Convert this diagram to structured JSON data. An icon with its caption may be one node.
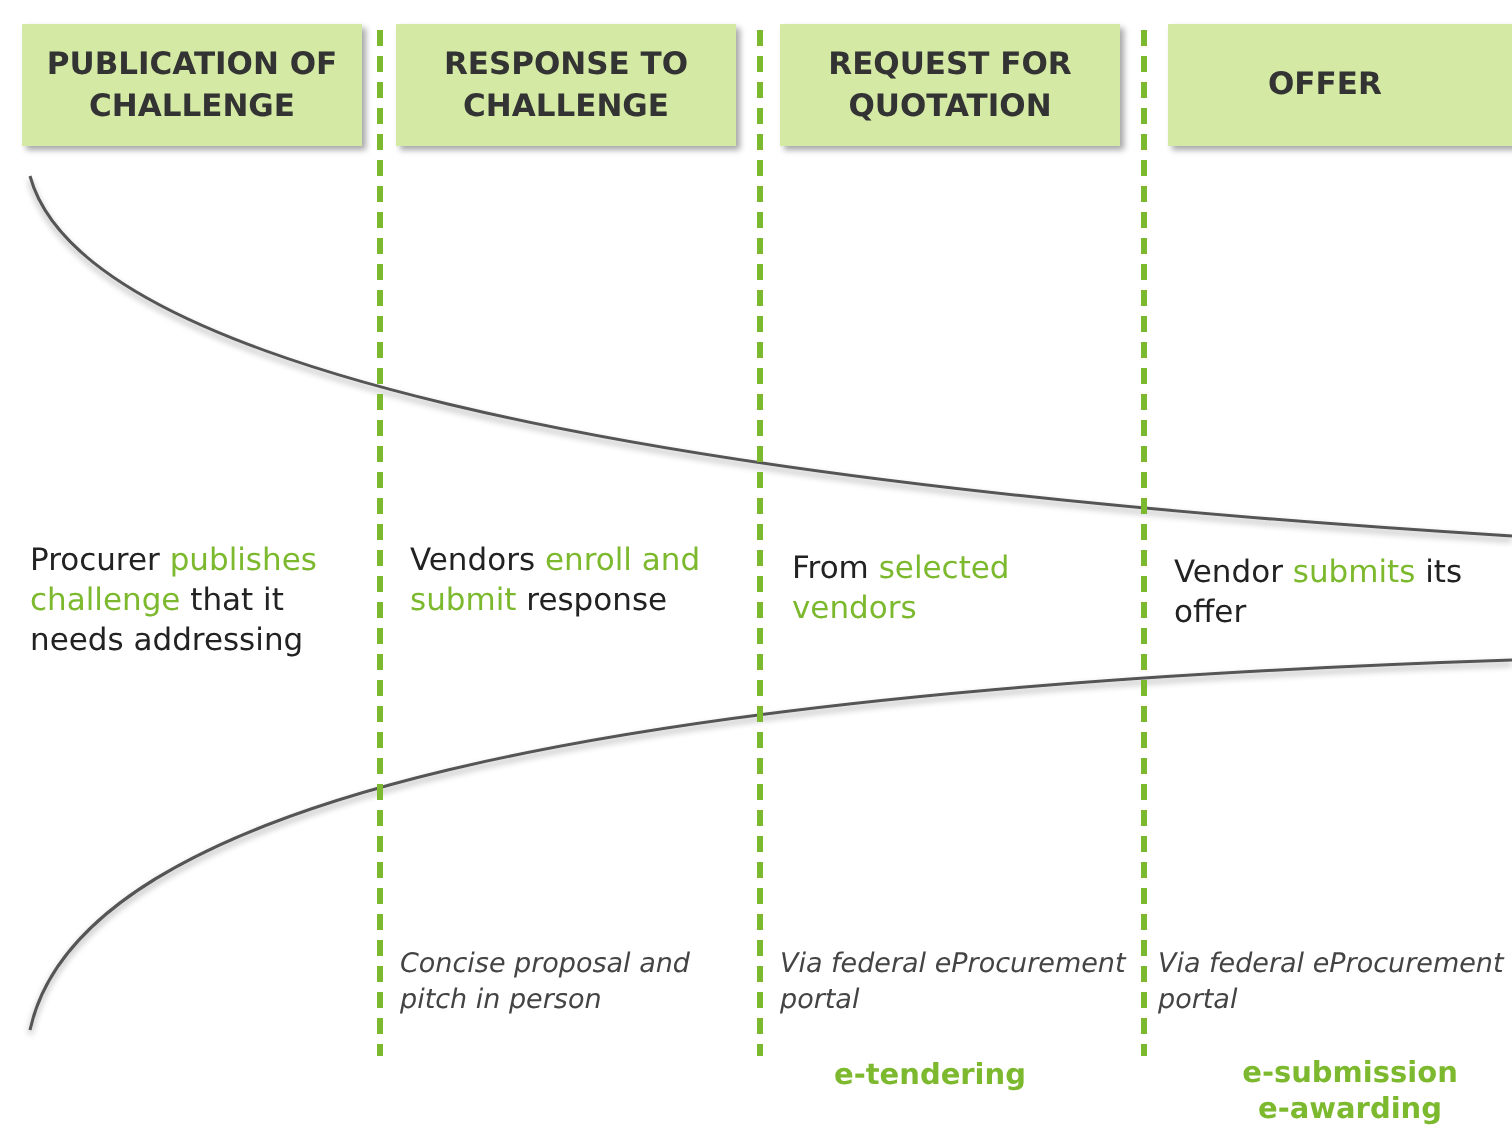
{
  "diagram": {
    "nodes": [
      {
        "text": [
          "PUBLICATION OF CHALLENGE"
        ]
      },
      {
        "text": [
          "RESPONSE TO CHALLENGE"
        ]
      },
      {
        "text": [
          "REQUEST FOR QUOTATION"
        ]
      },
      {
        "text": [
          "OFFER"
        ]
      }
    ],
    "edges": [],
    "labels": [
      "Procurer **publishes challenge** that it needs addressing",
      "Vendors **enroll and submit** response",
      "From **selected vendors**",
      "Vendor **submits** its offer",
      "Concise proposal and pitch in person",
      "Via federal eProcurement portal",
      "Via federal eProcurement portal",
      "e-tendering",
      "e-submission",
      "e-awarding"
    ]
  }
}
